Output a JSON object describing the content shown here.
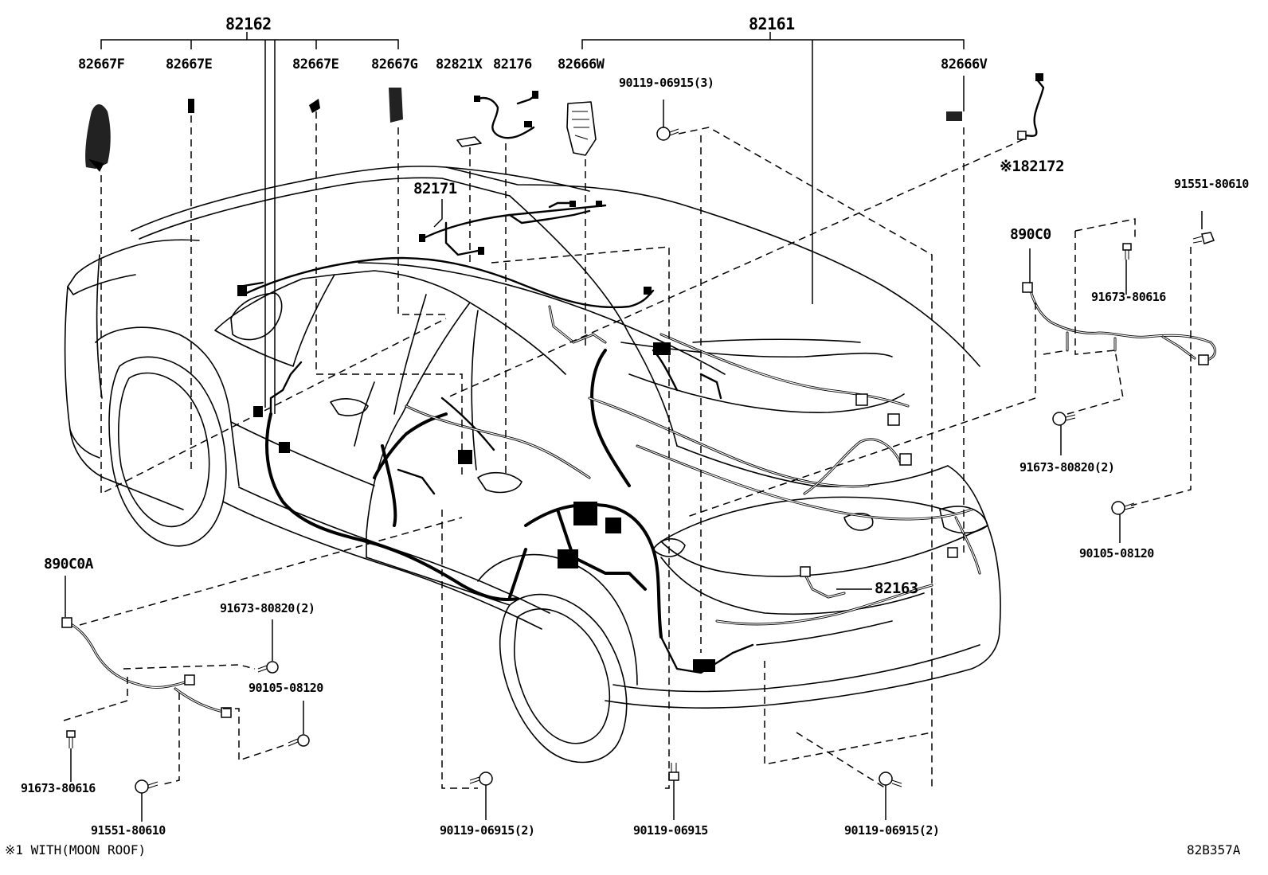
{
  "labels": {
    "p82162": "82162",
    "p82161": "82161",
    "p82667F": "82667F",
    "p82667E_a": "82667E",
    "p82667E_b": "82667E",
    "p82667G": "82667G",
    "p82821X": "82821X",
    "p82176": "82176",
    "p82666W": "82666W",
    "p82666V": "82666V",
    "p90119_06915_3": "90119-06915(3)",
    "p82172": "※182172",
    "p82171": "82171",
    "p91551_80610_r": "91551-80610",
    "p890C0": "890C0",
    "p91673_80616_r": "91673-80616",
    "p91673_80820_r": "91673-80820(2)",
    "p90105_08120_r": "90105-08120",
    "p82163": "82163",
    "p890C0A": "890C0A",
    "p91673_80820_l": "91673-80820(2)",
    "p90105_08120_l": "90105-08120",
    "p91673_80616_l": "91673-80616",
    "p91551_80610_l": "91551-80610",
    "p90119_06915_2a": "90119-06915(2)",
    "p90119_06915": "90119-06915",
    "p90119_06915_2b": "90119-06915(2)"
  },
  "footnote": "※1 WITH(MOON ROOF)",
  "diagram_code": "82B357A",
  "icons": [
    "harness-connector-icon",
    "bolt-icon",
    "wheel-icon",
    "harness-icon"
  ]
}
